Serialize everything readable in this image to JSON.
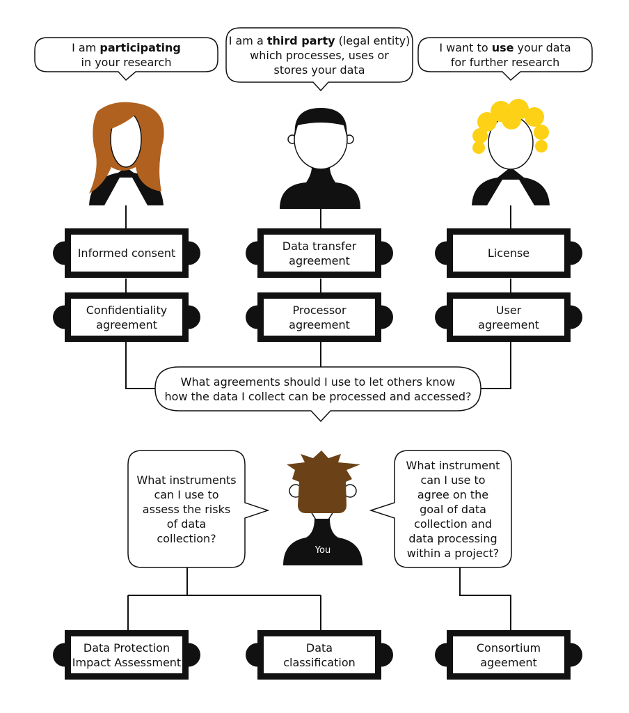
{
  "bubbles": {
    "participant": {
      "pre": "I am ",
      "bold": "participating",
      "post": "in your research"
    },
    "third_party": {
      "pre": "I am a ",
      "bold": "third party",
      "mid": " (legal entity)",
      "post1": "which processes, uses or",
      "post2": "stores your data"
    },
    "user": {
      "pre": "I want to ",
      "bold": "use",
      "mid": " your data",
      "post": "for further research"
    },
    "central_question": [
      "What agreements should I use to let others know",
      "how the data I collect can be processed and accessed?"
    ],
    "risk_question": [
      "What instruments",
      "can I use to",
      "assess the risks",
      "of data",
      "collection?"
    ],
    "goal_question": [
      "What instrument",
      "can I use to",
      "agree on the",
      "goal of data",
      "collection and",
      "data processing",
      "within a project?"
    ]
  },
  "you_label": "You",
  "boxes": {
    "informed_consent": [
      "Informed consent"
    ],
    "confidentiality": [
      "Confidentiality",
      "agreement"
    ],
    "data_transfer": [
      "Data transfer",
      "agreement"
    ],
    "processor": [
      "Processor",
      "agreement"
    ],
    "license": [
      "License"
    ],
    "user_agreement": [
      "User",
      "agreement"
    ],
    "dpia": [
      "Data Protection",
      "Impact Assessment"
    ],
    "data_classification": [
      "Data",
      "classification"
    ],
    "consortium": [
      "Consortium",
      "ageement"
    ]
  },
  "colors": {
    "hair_participant": "#b0611f",
    "hair_user": "#fcd116",
    "hair_you": "#6b4217"
  }
}
